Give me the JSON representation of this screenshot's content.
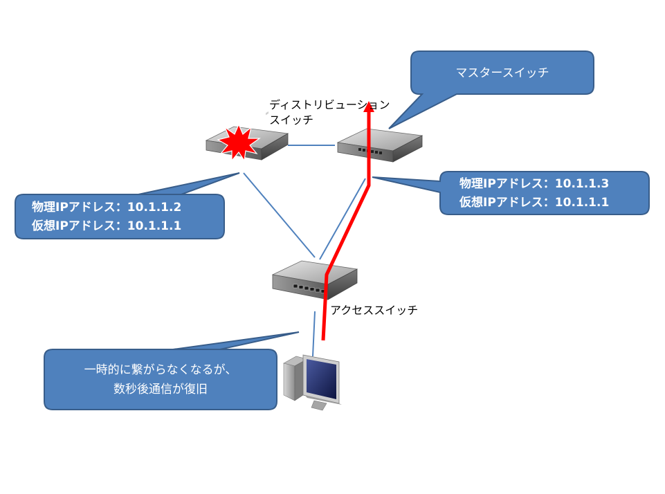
{
  "labels": {
    "distribution_line1": "ディストリビューション",
    "distribution_line2": "スイッチ",
    "access": "アクセススイッチ"
  },
  "callouts": {
    "master": "マスタースイッチ",
    "right_line1": "物理IPアドレス：10.1.1.3",
    "right_line2": "仮想IPアドレス：10.1.1.1",
    "left_line1": "物理IPアドレス：10.1.1.2",
    "left_line2": "仮想IPアドレス：10.1.1.1",
    "bottom_line1": "一時的に繋がらなくなるが、",
    "bottom_line2": "数秒後通信が復旧"
  },
  "colors": {
    "callout_fill": "#4f81bd",
    "callout_stroke": "#385d8a",
    "link_line": "#4f81bd",
    "failover_path": "#ff0000",
    "failure_burst": "#ff0000"
  },
  "icons": {
    "left_switch": "network-switch-icon",
    "right_switch": "network-switch-icon",
    "access_switch": "network-switch-icon",
    "pc": "desktop-computer-icon",
    "failure": "explosion-icon"
  }
}
